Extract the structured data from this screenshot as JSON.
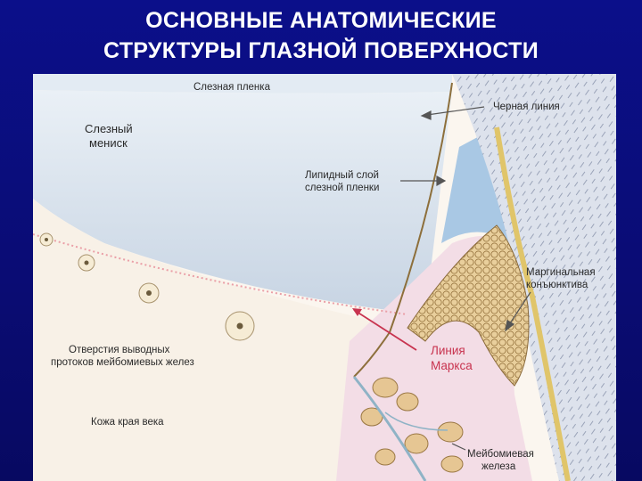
{
  "title": {
    "line1": "ОСНОВНЫЕ АНАТОМИЧЕСКИЕ",
    "line2": "СТРУКТУРЫ ГЛАЗНОЙ ПОВЕРХНОСТИ"
  },
  "labels": {
    "tear_film": "Слезная пленка",
    "black_line": "Черная линия",
    "tear_meniscus_1": "Слезный",
    "tear_meniscus_2": "мениск",
    "lipid_layer_1": "Липидный слой",
    "lipid_layer_2": "слезной пленки",
    "marginal_conj_1": "Маргинальная",
    "marginal_conj_2": "конъюнктива",
    "meibomian_openings_1": "Отверстия выводных",
    "meibomian_openings_2": "протоков мейбомиевых желез",
    "marx_line_1": "Линия",
    "marx_line_2": "Маркса",
    "lid_skin": "Кожа края века",
    "meibomian_gland_1": "Мейбомиевая",
    "meibomian_gland_2": "железа"
  },
  "colors": {
    "background": "#0a0c73",
    "title_text": "#ffffff",
    "marx_line": "#c8334f",
    "tear_film": "#cfdde9",
    "lipid": "#a9c8e4",
    "conjunctiva": "#d8dde8",
    "gland": "#e7c78f",
    "mucosa": "#f3dde6"
  }
}
